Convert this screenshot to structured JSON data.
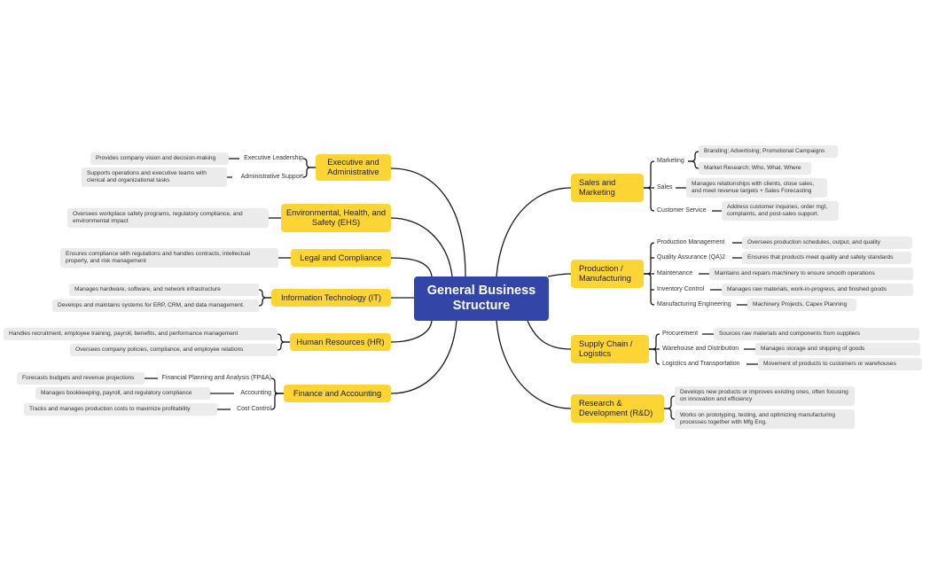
{
  "diagram": {
    "central": "General Business Structure",
    "colors": {
      "central": "#3346a8",
      "branch": "#fcd535",
      "leaf": "#ebebeb",
      "line": "#1a1a1a"
    },
    "left_branches": [
      {
        "label": "Executive and Administrative",
        "subs": [
          {
            "label": "Executive Leadership",
            "leaf": "Provides company vision and decision-making"
          },
          {
            "label": "Administrative Support",
            "leaf": "Supports operations and executive teams with clerical and organizational tasks"
          }
        ]
      },
      {
        "label": "Environmental, Health, and Safety (EHS)",
        "leaves": [
          "Oversees workplace safety programs, regulatory compliance, and environmental impact"
        ]
      },
      {
        "label": "Legal and Compliance",
        "leaves": [
          "Ensures compliance with regulations and handles contracts, intellectual property, and risk management"
        ]
      },
      {
        "label": "Information Technology (IT)",
        "leaves": [
          "Manages hardware, software, and network infrastructure",
          "Develops and maintains systems for ERP, CRM, and data management."
        ]
      },
      {
        "label": "Human Resources (HR)",
        "leaves": [
          "Handles recruitment, employee training, payroll, benefits, and performance management",
          "Oversees company policies, compliance, and employee relations"
        ]
      },
      {
        "label": "Finance and Accounting",
        "subs": [
          {
            "label": "Financial Planning and Analysis (FP&A)",
            "leaf": "Forecasts budgets and revenue projections"
          },
          {
            "label": "Accounting",
            "leaf": "Manages bookkeeping, payroll, and regulatory compliance"
          },
          {
            "label": "Cost Control",
            "leaf": "Tracks and manages production costs to maximize profitability"
          }
        ]
      }
    ],
    "right_branches": [
      {
        "label": "Sales and Marketing",
        "subs": [
          {
            "label": "Marketing",
            "leaves": [
              "Branding; Advertising; Promotional Campaigns",
              "Market Research; Who, What, Where"
            ]
          },
          {
            "label": "Sales",
            "leaves": [
              "Manages relationships with clients, close sales, and meet revenue targets + Sales Forecasting"
            ]
          },
          {
            "label": "Customer Service",
            "leaves": [
              "Address customer inquiries, order mgt, complaints, and post-sales support."
            ]
          }
        ]
      },
      {
        "label": "Production / Manufacturing",
        "subs": [
          {
            "label": "Production Management",
            "leaves": [
              "Oversees production schedules, output, and quality"
            ]
          },
          {
            "label": "Quality Assurance (QA)2",
            "leaves": [
              "Ensures that products meet quality and safety standards"
            ]
          },
          {
            "label": "Maintenance",
            "leaves": [
              "Maintains and repairs machinery to ensure smooth operations"
            ]
          },
          {
            "label": "Inventory Control",
            "leaves": [
              "Manages raw materials, work-in-progress, and finished goods"
            ]
          },
          {
            "label": "Manufacturing Engineering",
            "leaves": [
              "Machinery Projects, Capex Planning"
            ]
          }
        ]
      },
      {
        "label": "Supply Chain / Logistics",
        "subs": [
          {
            "label": "Procurement",
            "leaves": [
              "Sources raw materials and components from suppliers"
            ]
          },
          {
            "label": "Warehouse and Distribution",
            "leaves": [
              "Manages storage and shipping of goods"
            ]
          },
          {
            "label": "Logistics and Transportation",
            "leaves": [
              "Movement of products to customers or warehouses"
            ]
          }
        ]
      },
      {
        "label": "Research & Development (R&D)",
        "leaves": [
          "Develops new products or improves existing ones, often focusing on innovation and efficiency",
          "Works on prototyping, testing, and optimizing manufacturing processes together with Mfg Eng."
        ]
      }
    ]
  }
}
